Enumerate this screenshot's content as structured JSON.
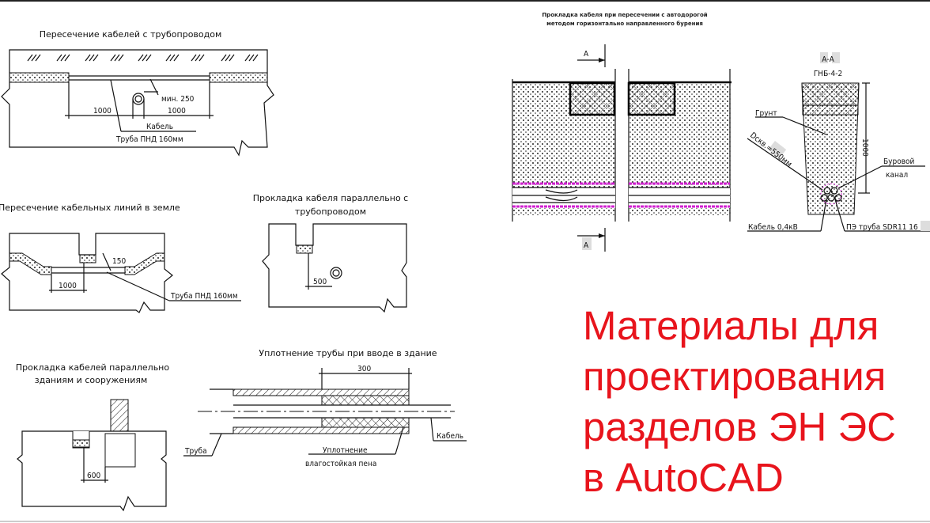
{
  "headline": {
    "lines": [
      "Материалы для",
      "проектирования",
      "разделов ЭН ЭС",
      "в AutoCAD"
    ],
    "color": "#e8141c"
  },
  "drawings": {
    "crossing_pipeline": {
      "title": "Пересечение кабелей с трубопроводом",
      "min_label": "мин. 250",
      "dim_left": "1000",
      "dim_right": "1000",
      "cable_label": "Кабель",
      "pipe_label": "Труба ПНД 160мм"
    },
    "crossing_cables": {
      "title": "Пересечение кабельных линий в земле",
      "dim_150": "150",
      "dim_1000": "1000",
      "pipe_label": "Труба ПНД 160мм"
    },
    "parallel_pipeline": {
      "title_line1": "Прокладка кабеля параллельно с",
      "title_line2": "трубопроводом",
      "dim": "500"
    },
    "parallel_buildings": {
      "title_line1": "Прокладка кабелей параллельно",
      "title_line2": "зданиям и сооружениям",
      "dim": "600"
    },
    "pipe_sealing": {
      "title": "Уплотнение трубы при вводе в здание",
      "dim": "300",
      "pipe_label": "Труба",
      "cable_label": "Кабель",
      "seal_label": "Уплотнение",
      "foam_label": "влагостойкая пена"
    },
    "road_crossing": {
      "title_line1": "Прокладка кабеля при пересечении с автодорогой",
      "title_line2": "методом горизонтально направленного бурения",
      "section_mark_top": "А",
      "section_mark_bottom": "А",
      "highlight_color": "#d020d0"
    },
    "section_aa": {
      "title": "А-А",
      "code": "ГНБ-4-2",
      "soil_label": "Грунт",
      "diameter_label": "Dскв.=550мм",
      "depth_dim": "1000",
      "channel_label_line1": "Буровой",
      "channel_label_line2": "канал",
      "cable_label": "Кабель 0,4кВ",
      "pipe_label": "ПЭ труба SDR11 16"
    }
  }
}
